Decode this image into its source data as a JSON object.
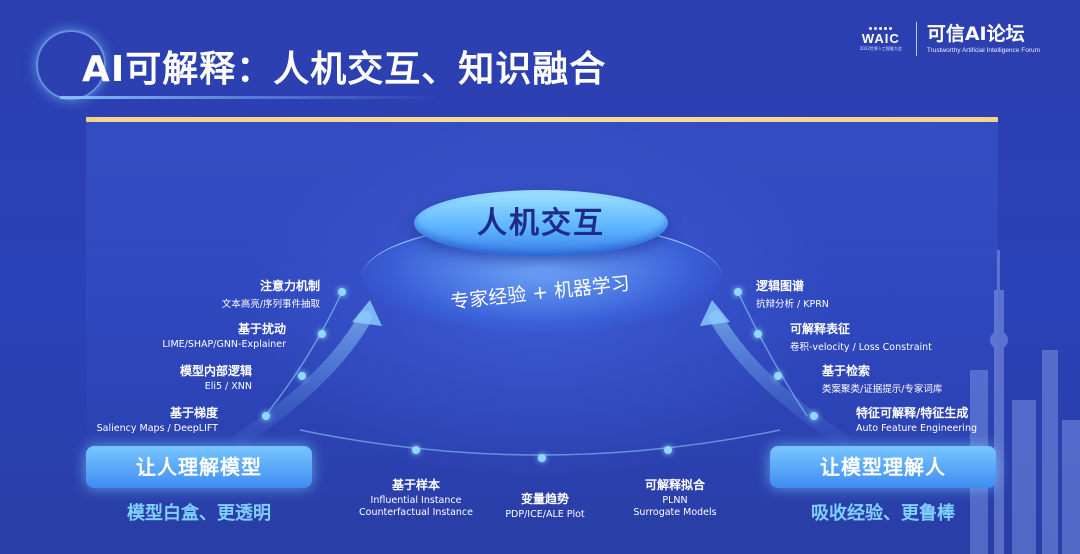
{
  "title": "AI可解释：人机交互、知识融合",
  "logo": {
    "waic": "WAIC",
    "waic_sub": "2022世界人工智能大会",
    "forum_cn": "可信AI论坛",
    "forum_en": "Trustworthy Artificial Intelligence Forum"
  },
  "center": {
    "title": "人机交互",
    "subtitle": "专家经验 + 机器学习"
  },
  "left_items": [
    {
      "main": "注意力机制",
      "sub": "文本高亮/序列事件抽取"
    },
    {
      "main": "基于扰动",
      "sub": "LIME/SHAP/GNN-Explainer"
    },
    {
      "main": "模型内部逻辑",
      "sub": "Eli5 / XNN"
    },
    {
      "main": "基于梯度",
      "sub": "Saliency Maps / DeepLIFT"
    }
  ],
  "right_items": [
    {
      "main": "逻辑图谱",
      "sub": "抗辩分析 / KPRN"
    },
    {
      "main": "可解释表征",
      "sub": "卷积-velocity / Loss Constraint"
    },
    {
      "main": "基于检索",
      "sub": "类案聚类/证据提示/专家词库"
    },
    {
      "main": "特征可解释/特征生成",
      "sub": "Auto Feature Engineering"
    }
  ],
  "bottom_items": [
    {
      "main": "基于样本",
      "sub1": "Influential Instance",
      "sub2": "Counterfactual Instance"
    },
    {
      "main": "变量趋势",
      "sub1": "PDP/ICE/ALE Plot",
      "sub2": ""
    },
    {
      "main": "可解释拟合",
      "sub1": "PLNN",
      "sub2": "Surrogate Models"
    }
  ],
  "left_pill": {
    "label": "让人理解模型",
    "caption": "模型白盒、更透明"
  },
  "right_pill": {
    "label": "让模型理解人",
    "caption": "吸收经验、更鲁棒"
  },
  "colors": {
    "background": "#2a3fae",
    "gold": "#f3d38a",
    "pill": "#4f9cf5",
    "caption": "#7fd0ff",
    "dot": "#8fd8ff"
  }
}
